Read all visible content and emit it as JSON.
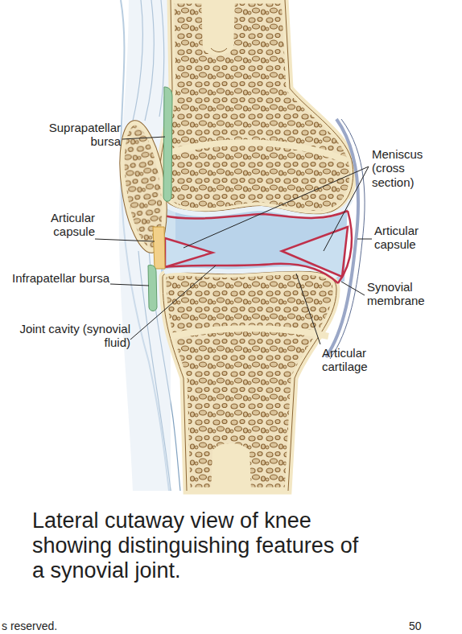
{
  "diagram": {
    "caption": "Lateral cutaway view of knee showing distinguishing features of a synovial joint.",
    "labels": [
      "Suprapatellar bursa",
      "Meniscus (cross section)",
      "Articular capsule",
      "Articular capsule",
      "Infrapatellar bursa",
      "Synovial membrane",
      "Joint cavity (synovial fluid)",
      "Articular cartilage",
      "s reserved.",
      "50"
    ]
  }
}
